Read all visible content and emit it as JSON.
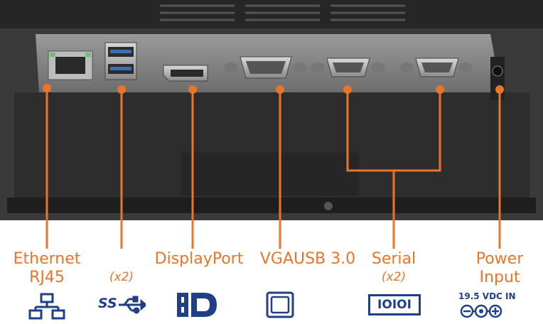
{
  "ports": [
    {
      "label": "Ethernet\nRJ45",
      "icon": "network-icon"
    },
    {
      "label": "",
      "sublabel": "(x2)",
      "icon": "usb-superspeed-icon",
      "icon_text": "SS"
    },
    {
      "label": "DisplayPort",
      "icon": "displayport-icon"
    },
    {
      "label": "VGAUSB 3.0",
      "icon": "vga-monitor-icon"
    },
    {
      "label": "Serial",
      "sublabel": "(x2)",
      "icon": "serial-port-icon",
      "icon_text": "IOIOI"
    },
    {
      "label": "Power\nInput",
      "icon": "dc-power-icon",
      "icon_text": "19.5 VDC IN"
    }
  ],
  "colors": {
    "accent": "#e8752a",
    "icon": "#1f3f86",
    "panel_dark": "#2e2e2e",
    "panel_light": "#8f8f8f"
  }
}
